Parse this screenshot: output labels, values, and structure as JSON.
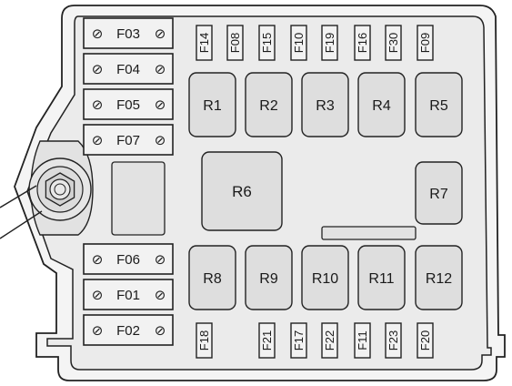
{
  "colors": {
    "housing_fill": "#ebebeb",
    "relay_fill": "#dedede",
    "outline": "#222222",
    "label": "#1a1a1a"
  },
  "left_fuses_top": [
    "F03",
    "F04",
    "F05",
    "F07"
  ],
  "left_fuses_bottom": [
    "F06",
    "F01",
    "F02"
  ],
  "top_mini_fuses": [
    "F14",
    "F08",
    "F15",
    "F10",
    "F19",
    "F16",
    "F30",
    "F09"
  ],
  "bottom_mini_fuses": [
    "F18",
    "F21",
    "F17",
    "F22",
    "F11",
    "F23",
    "F20"
  ],
  "relays_top": [
    "R1",
    "R2",
    "R3",
    "R4",
    "R5"
  ],
  "relay_large": "R6",
  "relay_side": "R7",
  "relays_bottom": [
    "R8",
    "R9",
    "R10",
    "R11",
    "R12"
  ],
  "screw_symbol": "⊘",
  "icons": [
    "mounting-bolt-icon",
    "screw-icon"
  ]
}
